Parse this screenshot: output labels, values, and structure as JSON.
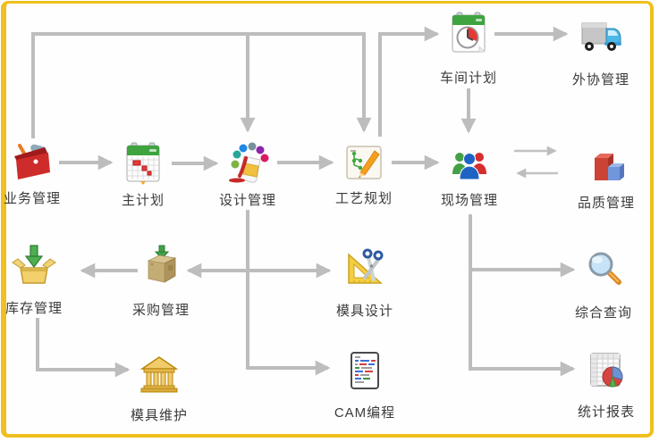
{
  "diagram": {
    "type": "workflow-diagram",
    "frame_color": "#EFC01E",
    "connector_color": "#BDBDBD",
    "label_color": "#3B3B3B"
  },
  "nodes": [
    {
      "id": "workshop-plan",
      "label": "车间计划",
      "icon": "calendar-clock-icon"
    },
    {
      "id": "outsourcing-mgmt",
      "label": "外协管理",
      "icon": "truck-icon"
    },
    {
      "id": "business-mgmt",
      "label": "业务管理",
      "icon": "toolbox-icon"
    },
    {
      "id": "master-plan",
      "label": "主计划",
      "icon": "calendar-gantt-icon"
    },
    {
      "id": "design-mgmt",
      "label": "设计管理",
      "icon": "paint-icon"
    },
    {
      "id": "process-planning",
      "label": "工艺规划",
      "icon": "notepad-pencil-icon"
    },
    {
      "id": "shopfloor-mgmt",
      "label": "现场管理",
      "icon": "people-icon"
    },
    {
      "id": "quality-mgmt",
      "label": "品质管理",
      "icon": "blocks-icon"
    },
    {
      "id": "inventory-mgmt",
      "label": "库存管理",
      "icon": "open-box-arrow-icon"
    },
    {
      "id": "purchasing-mgmt",
      "label": "采购管理",
      "icon": "carton-box-icon"
    },
    {
      "id": "mold-design",
      "label": "模具设计",
      "icon": "ruler-scissors-icon"
    },
    {
      "id": "comprehensive-query",
      "label": "综合查询",
      "icon": "magnifier-icon"
    },
    {
      "id": "mold-maintenance",
      "label": "模具维护",
      "icon": "bank-icon"
    },
    {
      "id": "cam-programming",
      "label": "CAM编程",
      "icon": "code-document-icon"
    },
    {
      "id": "statistical-reports",
      "label": "统计报表",
      "icon": "spreadsheet-pie-icon"
    }
  ],
  "edges": [
    {
      "from": "业务管理",
      "to": "主计划"
    },
    {
      "from": "业务管理",
      "to": "设计管理"
    },
    {
      "from": "业务管理",
      "to": "工艺规划"
    },
    {
      "from": "主计划",
      "to": "设计管理"
    },
    {
      "from": "设计管理",
      "to": "工艺规划"
    },
    {
      "from": "工艺规划",
      "to": "现场管理"
    },
    {
      "from": "工艺规划",
      "to": "车间计划"
    },
    {
      "from": "车间计划",
      "to": "外协管理"
    },
    {
      "from": "车间计划",
      "to": "现场管理"
    },
    {
      "from": "现场管理",
      "to": "品质管理"
    },
    {
      "from": "品质管理",
      "to": "现场管理"
    },
    {
      "from": "设计管理",
      "to": "采购管理"
    },
    {
      "from": "设计管理",
      "to": "模具设计"
    },
    {
      "from": "设计管理",
      "to": "CAM编程"
    },
    {
      "from": "采购管理",
      "to": "库存管理"
    },
    {
      "from": "库存管理",
      "to": "模具维护"
    },
    {
      "from": "现场管理",
      "to": "综合查询"
    },
    {
      "from": "现场管理",
      "to": "统计报表"
    }
  ]
}
